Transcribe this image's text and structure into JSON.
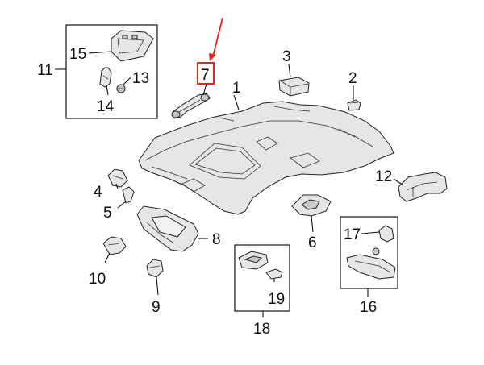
{
  "callouts": [
    {
      "id": "1",
      "text": "1"
    },
    {
      "id": "2",
      "text": "2"
    },
    {
      "id": "3",
      "text": "3"
    },
    {
      "id": "4",
      "text": "4"
    },
    {
      "id": "5",
      "text": "5"
    },
    {
      "id": "6",
      "text": "6"
    },
    {
      "id": "7",
      "text": "7"
    },
    {
      "id": "8",
      "text": "8"
    },
    {
      "id": "9",
      "text": "9"
    },
    {
      "id": "10",
      "text": "10"
    },
    {
      "id": "11",
      "text": "11"
    },
    {
      "id": "12",
      "text": "12"
    },
    {
      "id": "13",
      "text": "13"
    },
    {
      "id": "14",
      "text": "14"
    },
    {
      "id": "15",
      "text": "15"
    },
    {
      "id": "16",
      "text": "16"
    },
    {
      "id": "17",
      "text": "17"
    },
    {
      "id": "18",
      "text": "18"
    },
    {
      "id": "19",
      "text": "19"
    }
  ],
  "highlight": {
    "target": "7",
    "color": "#e8201e"
  },
  "colors": {
    "line": "#111111",
    "part_fill": "#e6e6e6",
    "accent": "#e8201e"
  }
}
